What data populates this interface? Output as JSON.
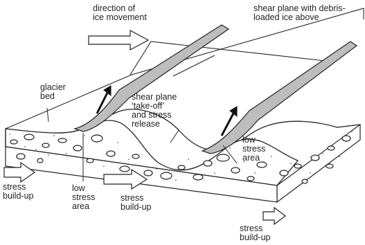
{
  "labels": {
    "direction": [
      "direction of",
      "ice movement"
    ],
    "shear_debris": [
      "shear plane with debris-",
      "loaded ice above"
    ],
    "glacier_bed": [
      "glacier",
      "bed"
    ],
    "takeoff": [
      "shear plane",
      "‘take-off’",
      "and stress",
      "release"
    ],
    "low_stress_right": [
      "low",
      "stress",
      "area"
    ],
    "low_stress_left": [
      "low",
      "stress",
      "area"
    ],
    "stress_left": [
      "stress",
      "build-up"
    ],
    "stress_mid": [
      "stress",
      "build-up"
    ],
    "stress_right": [
      "stress",
      "build-up"
    ]
  },
  "colors": {
    "line": "#222222",
    "shear_plane_fill": "#bdbdbd",
    "sediment_fill": "#ffffff"
  }
}
